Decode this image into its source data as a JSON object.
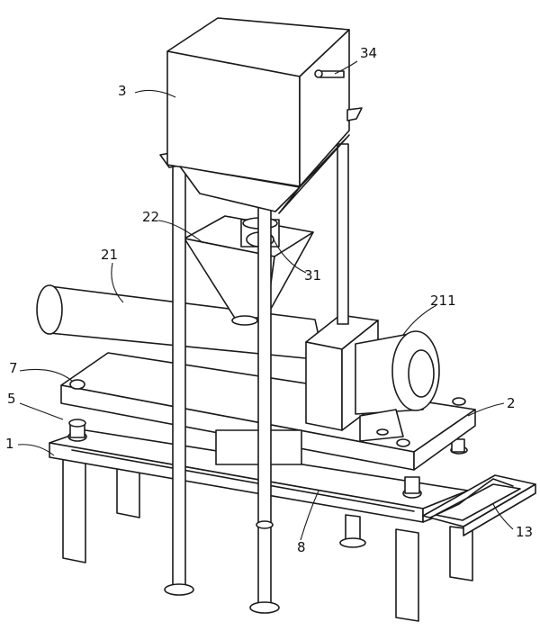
{
  "labels": {
    "l34": "34",
    "l3": "3",
    "l22": "22",
    "l21": "21",
    "l31": "31",
    "l211": "211",
    "l7": "7",
    "l5": "5",
    "l1": "1",
    "l2": "2",
    "l8": "8",
    "l13": "13"
  }
}
